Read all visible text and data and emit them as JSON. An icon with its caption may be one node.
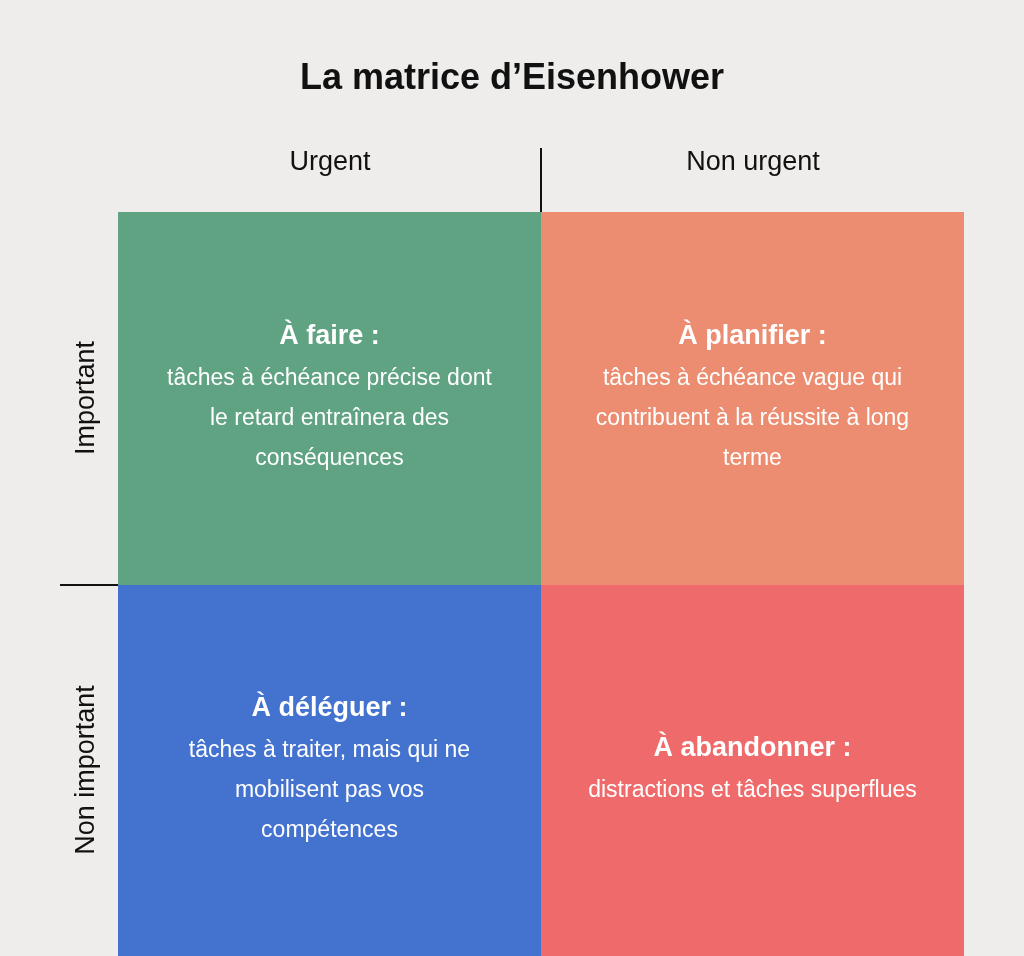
{
  "diagram": {
    "title": "La matrice d’Eisenhower",
    "nodes": [
      {
        "text": [
          "À faire :",
          "tâches à échéance précise dont le retard entraînera des conséquences"
        ]
      },
      {
        "text": [
          "À planifier :",
          "tâches à échéance vague qui contribuent à la réussite à long terme"
        ]
      },
      {
        "text": [
          "À déléguer :",
          "tâches à traiter, mais qui ne mobilisent pas vos compétences"
        ]
      },
      {
        "text": [
          "À abandonner :",
          "distractions et tâches superflues"
        ]
      }
    ],
    "edges": [],
    "labels": [
      "Urgent",
      "Non urgent",
      "Important",
      "Non important"
    ]
  }
}
